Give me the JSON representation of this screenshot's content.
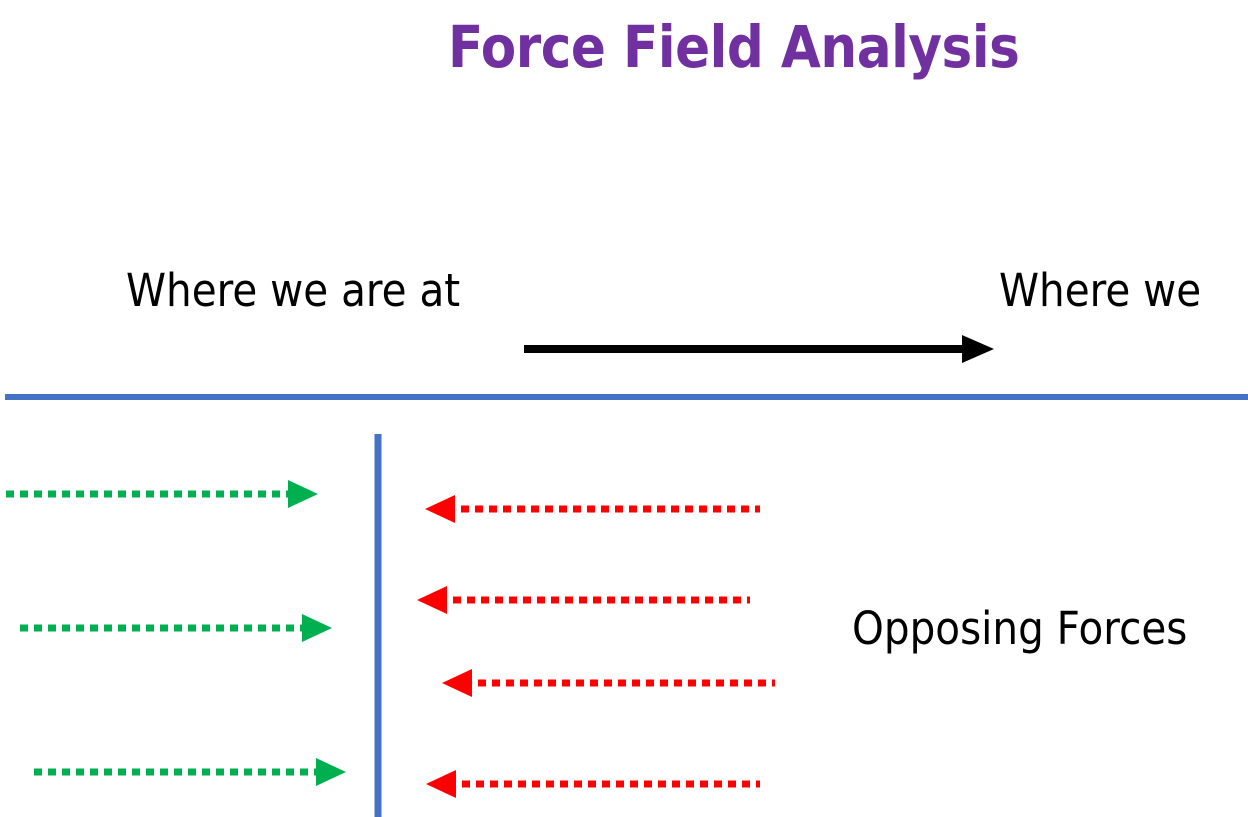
{
  "title": {
    "text": "Force Field Analysis"
  },
  "labels": {
    "current_state": "Where we are at",
    "desired_state": "Where we",
    "opposing": "Opposing Forces"
  },
  "colors": {
    "title": "#7030A0",
    "divider": "#4472C4",
    "driving_force": "#00B050",
    "opposing_force": "#FF0000",
    "direction_arrow": "#000000"
  },
  "driving_forces": {
    "count": 3
  },
  "opposing_forces": {
    "count": 4
  }
}
